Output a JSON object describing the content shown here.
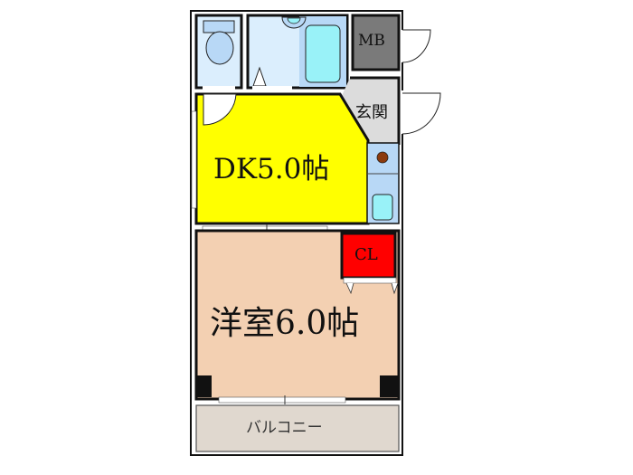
{
  "floor_plan": {
    "rooms": {
      "dk": {
        "label": "DK5.0帖",
        "color": "#ffff00"
      },
      "western_room": {
        "label": "洋室6.0帖",
        "color": "#f3d0b2"
      },
      "meter_box": {
        "label": "MB",
        "color": "#7a7a7a"
      },
      "entrance": {
        "label": "玄関",
        "color": "#dcdcdc"
      },
      "closet": {
        "label": "CL",
        "color": "#ff0000"
      },
      "balcony": {
        "label": "バルコニー",
        "color": "#e0d8cf"
      },
      "toilet": {
        "label": "",
        "color": "#dbeefd"
      },
      "bathroom": {
        "label": "",
        "color": "#dbeefd"
      }
    },
    "colors": {
      "wall": "#111111",
      "fixture_blue": "#b8d8f6",
      "tub_cyan": "#99f2f8",
      "stove_brown": "#8b3a0e"
    }
  }
}
